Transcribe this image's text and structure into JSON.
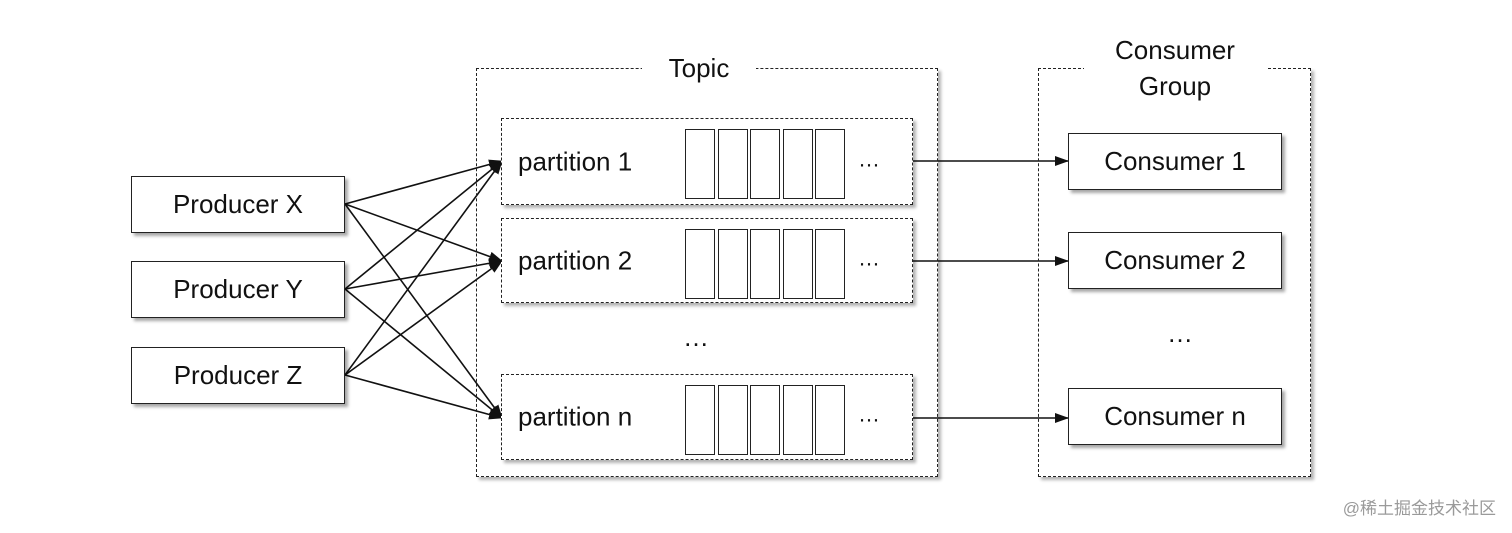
{
  "producers": [
    {
      "label": "Producer X"
    },
    {
      "label": "Producer Y"
    },
    {
      "label": "Producer Z"
    }
  ],
  "topic": {
    "title": "Topic",
    "partitions": [
      {
        "label": "partition 1",
        "cells_ellipsis": "…"
      },
      {
        "label": "partition 2",
        "cells_ellipsis": "…"
      },
      {
        "label": "partition n",
        "cells_ellipsis": "…"
      }
    ],
    "middle_ellipsis": "…"
  },
  "consumer_group": {
    "title_line1": "Consumer",
    "title_line2": "Group",
    "consumers": [
      {
        "label": "Consumer 1"
      },
      {
        "label": "Consumer 2"
      },
      {
        "label": "Consumer n"
      }
    ],
    "middle_ellipsis": "…"
  },
  "watermark": "@稀土掘金技术社区"
}
